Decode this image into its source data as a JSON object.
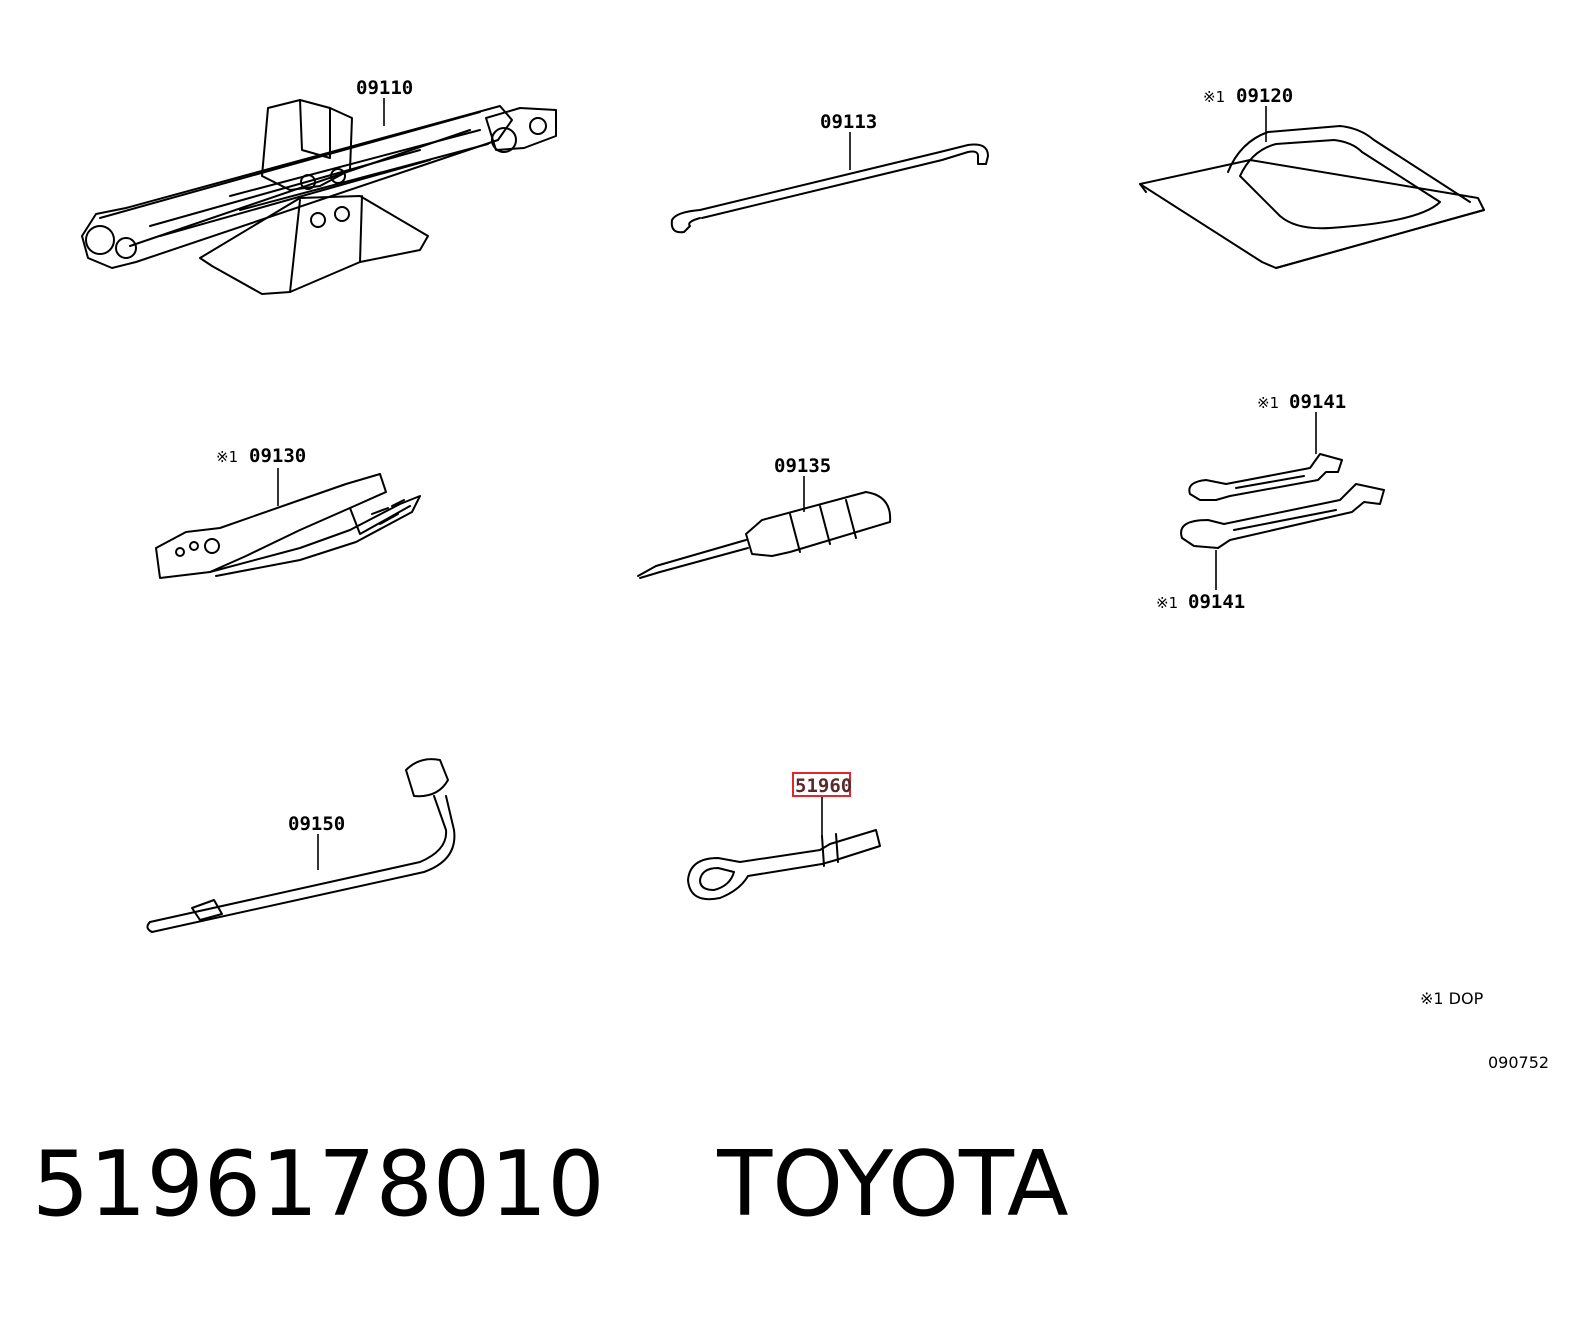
{
  "footnote_marker": "※1",
  "parts": {
    "jack": {
      "label": "09110"
    },
    "jack_handle": {
      "label": "09113"
    },
    "tool_bag": {
      "label": "09120",
      "footnote": true
    },
    "pliers": {
      "label": "09130",
      "footnote": true
    },
    "screwdriver": {
      "label": "09135"
    },
    "wrench_upper": {
      "label": "09141",
      "footnote": true
    },
    "wrench_lower": {
      "label": "09141",
      "footnote": true
    },
    "lug_wrench": {
      "label": "09150"
    },
    "towing_eye": {
      "label": "51960",
      "highlighted": true,
      "highlight_color": "#e0282c"
    }
  },
  "legend_note": "※1 DOP",
  "diagram_code": "090752",
  "footer": {
    "part_number": "5196178010",
    "brand": "TOYOTA"
  }
}
